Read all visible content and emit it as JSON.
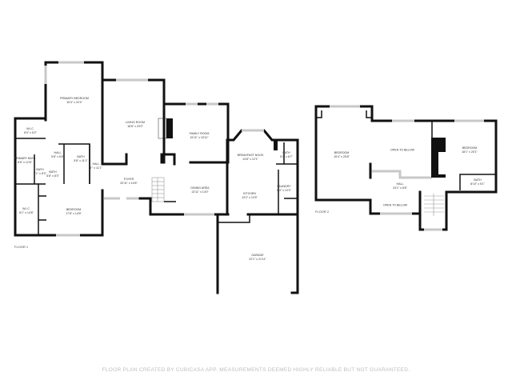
{
  "floor1": {
    "label": "Floor 1",
    "rooms": [
      {
        "name": "Primary Bedroom",
        "dims": "15'4\" x 22'4\""
      },
      {
        "name": "Living Room",
        "dims": "18'8\" x 23'0\""
      },
      {
        "name": "Family Room",
        "dims": "15'11\" x 15'11\""
      },
      {
        "name": "W.I.C.",
        "dims": "8'0\" x 5'2\""
      },
      {
        "name": "Primary Bath",
        "dims": "8'6\" x 12'8\""
      },
      {
        "name": "Hall",
        "dims": "5'8\" x 5'8\""
      },
      {
        "name": "Bath",
        "dims": "5'8\" x 11'1\""
      },
      {
        "name": "Hall",
        "dims": "3'\" x 11'1\""
      },
      {
        "name": "Bath",
        "dims": "5'1\" x 8'3\""
      },
      {
        "name": "Bath",
        "dims": "5'8\" x 8'3\""
      },
      {
        "name": "W.I.C.",
        "dims": "6'1\" x 14'8\""
      },
      {
        "name": "Bedroom",
        "dims": "17'8\" x 14'8\""
      },
      {
        "name": "Foyer",
        "dims": "20'11\" x 10'8\""
      },
      {
        "name": "Dining Area",
        "dims": "13'11\" x 14'0\""
      },
      {
        "name": "Breakfast Nook",
        "dims": "14'8\" x 12'1\""
      },
      {
        "name": "Bath",
        "dims": "5'1\" x 6'7\""
      },
      {
        "name": "Kitchen",
        "dims": "13'2\" x 10'5\""
      },
      {
        "name": "Laundry",
        "dims": "6'4\" x 13'3\""
      },
      {
        "name": "Garage",
        "dims": "22'1\" x 21'11\""
      }
    ]
  },
  "floor2": {
    "label": "Floor 2",
    "rooms": [
      {
        "name": "Bedroom",
        "dims": "15'4\" x 25'8\""
      },
      {
        "name": "Open to Below",
        "dims": ""
      },
      {
        "name": "Bedroom",
        "dims": "18'1\" x 20'1\""
      },
      {
        "name": "Hall",
        "dims": "24'1\" x 6'8\""
      },
      {
        "name": "Bath",
        "dims": "8'10\" x 5'1\""
      },
      {
        "name": "Open to Below",
        "dims": ""
      }
    ]
  },
  "footer": "Floor plan created by CubiCasa App. Measurements deemed highly reliable but not guaranteed."
}
